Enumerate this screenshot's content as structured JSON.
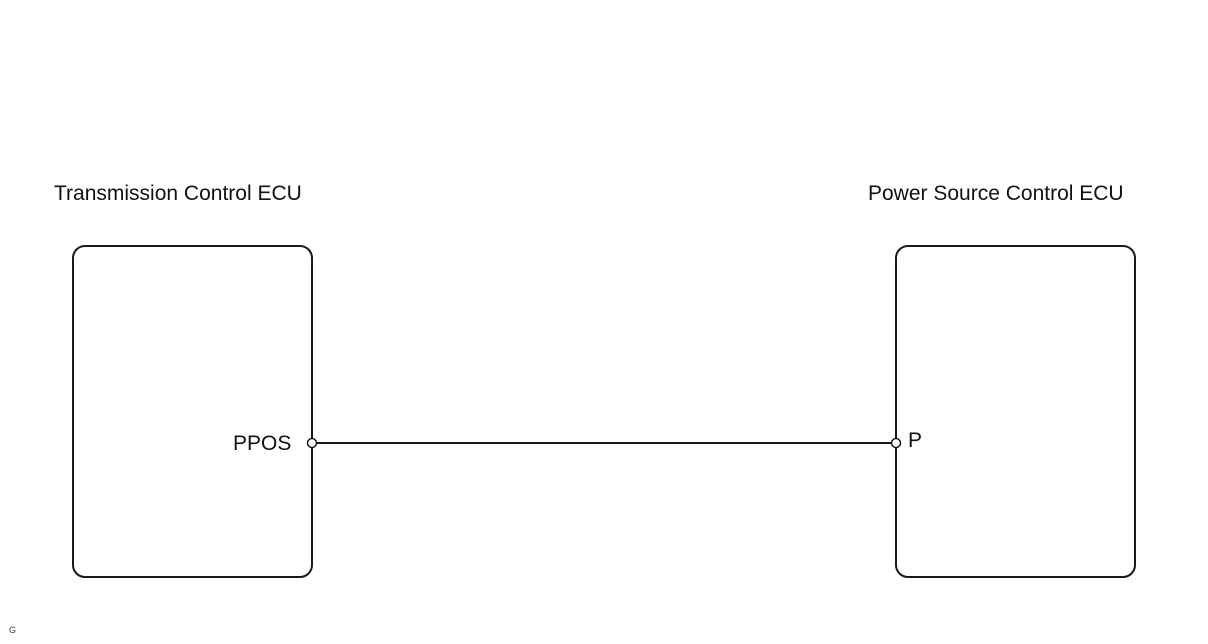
{
  "diagram": {
    "left_ecu": {
      "title": "Transmission Control ECU",
      "pin": "PPOS"
    },
    "right_ecu": {
      "title": "Power Source Control ECU",
      "pin": "P"
    },
    "figure_code": "G"
  }
}
